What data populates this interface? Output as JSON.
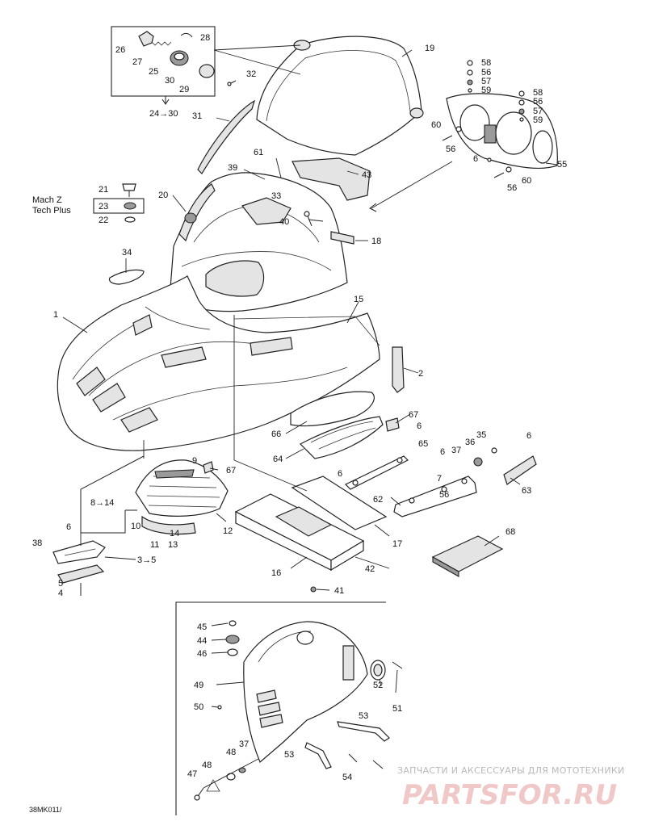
{
  "diagram": {
    "callouts": [
      {
        "id": "c1",
        "text": "1"
      },
      {
        "id": "c2",
        "text": "2"
      },
      {
        "id": "c3_5",
        "text": "3→5"
      },
      {
        "id": "c4",
        "text": "4"
      },
      {
        "id": "c5",
        "text": "5"
      },
      {
        "id": "c6a",
        "text": "6"
      },
      {
        "id": "c6b",
        "text": "6"
      },
      {
        "id": "c6c",
        "text": "6"
      },
      {
        "id": "c6d",
        "text": "6"
      },
      {
        "id": "c6e",
        "text": "6"
      },
      {
        "id": "c6f",
        "text": "6"
      },
      {
        "id": "c7",
        "text": "7"
      },
      {
        "id": "c8_14",
        "text": "8→14"
      },
      {
        "id": "c9",
        "text": "9"
      },
      {
        "id": "c10",
        "text": "10"
      },
      {
        "id": "c11",
        "text": "11"
      },
      {
        "id": "c12",
        "text": "12"
      },
      {
        "id": "c13",
        "text": "13"
      },
      {
        "id": "c14",
        "text": "14"
      },
      {
        "id": "c15",
        "text": "15"
      },
      {
        "id": "c16",
        "text": "16"
      },
      {
        "id": "c17",
        "text": "17"
      },
      {
        "id": "c18",
        "text": "18"
      },
      {
        "id": "c19",
        "text": "19"
      },
      {
        "id": "c20",
        "text": "20"
      },
      {
        "id": "c21",
        "text": "21"
      },
      {
        "id": "c22",
        "text": "22"
      },
      {
        "id": "c23",
        "text": "23"
      },
      {
        "id": "c24_30",
        "text": "24→30"
      },
      {
        "id": "c25",
        "text": "25"
      },
      {
        "id": "c26",
        "text": "26"
      },
      {
        "id": "c27",
        "text": "27"
      },
      {
        "id": "c28",
        "text": "28"
      },
      {
        "id": "c29",
        "text": "29"
      },
      {
        "id": "c30",
        "text": "30"
      },
      {
        "id": "c31",
        "text": "31"
      },
      {
        "id": "c32",
        "text": "32"
      },
      {
        "id": "c33",
        "text": "33"
      },
      {
        "id": "c34",
        "text": "34"
      },
      {
        "id": "c35",
        "text": "35"
      },
      {
        "id": "c36",
        "text": "36"
      },
      {
        "id": "c37a",
        "text": "37"
      },
      {
        "id": "c37b",
        "text": "37"
      },
      {
        "id": "c38",
        "text": "38"
      },
      {
        "id": "c39",
        "text": "39"
      },
      {
        "id": "c40",
        "text": "40"
      },
      {
        "id": "c41",
        "text": "41"
      },
      {
        "id": "c42",
        "text": "42"
      },
      {
        "id": "c43",
        "text": "43"
      },
      {
        "id": "c44",
        "text": "44"
      },
      {
        "id": "c45",
        "text": "45"
      },
      {
        "id": "c46",
        "text": "46"
      },
      {
        "id": "c47",
        "text": "47"
      },
      {
        "id": "c48a",
        "text": "48"
      },
      {
        "id": "c48b",
        "text": "48"
      },
      {
        "id": "c49",
        "text": "49"
      },
      {
        "id": "c50",
        "text": "50"
      },
      {
        "id": "c51",
        "text": "51"
      },
      {
        "id": "c52",
        "text": "52"
      },
      {
        "id": "c53a",
        "text": "53"
      },
      {
        "id": "c53b",
        "text": "53"
      },
      {
        "id": "c54",
        "text": "54"
      },
      {
        "id": "c55",
        "text": "55"
      },
      {
        "id": "c56a",
        "text": "56"
      },
      {
        "id": "c56b",
        "text": "56"
      },
      {
        "id": "c56c",
        "text": "56"
      },
      {
        "id": "c56d",
        "text": "56"
      },
      {
        "id": "c56e",
        "text": "56"
      },
      {
        "id": "c57a",
        "text": "57"
      },
      {
        "id": "c57b",
        "text": "57"
      },
      {
        "id": "c58a",
        "text": "58"
      },
      {
        "id": "c58b",
        "text": "58"
      },
      {
        "id": "c59a",
        "text": "59"
      },
      {
        "id": "c59b",
        "text": "59"
      },
      {
        "id": "c60a",
        "text": "60"
      },
      {
        "id": "c60b",
        "text": "60"
      },
      {
        "id": "c61",
        "text": "61"
      },
      {
        "id": "c62",
        "text": "62"
      },
      {
        "id": "c63",
        "text": "63"
      },
      {
        "id": "c64",
        "text": "64"
      },
      {
        "id": "c65",
        "text": "65"
      },
      {
        "id": "c66",
        "text": "66"
      },
      {
        "id": "c67a",
        "text": "67"
      },
      {
        "id": "c67b",
        "text": "67"
      },
      {
        "id": "c68",
        "text": "68"
      }
    ],
    "model_note_line1": "Mach Z",
    "model_note_line2": "Tech Plus",
    "drawing_code": "38MK011/",
    "watermark_text": "ЗАПЧАСТИ И АКСЕССУАРЫ ДЛЯ МОТОТЕХНИКИ",
    "watermark_logo": "PARTSFOR.RU"
  }
}
